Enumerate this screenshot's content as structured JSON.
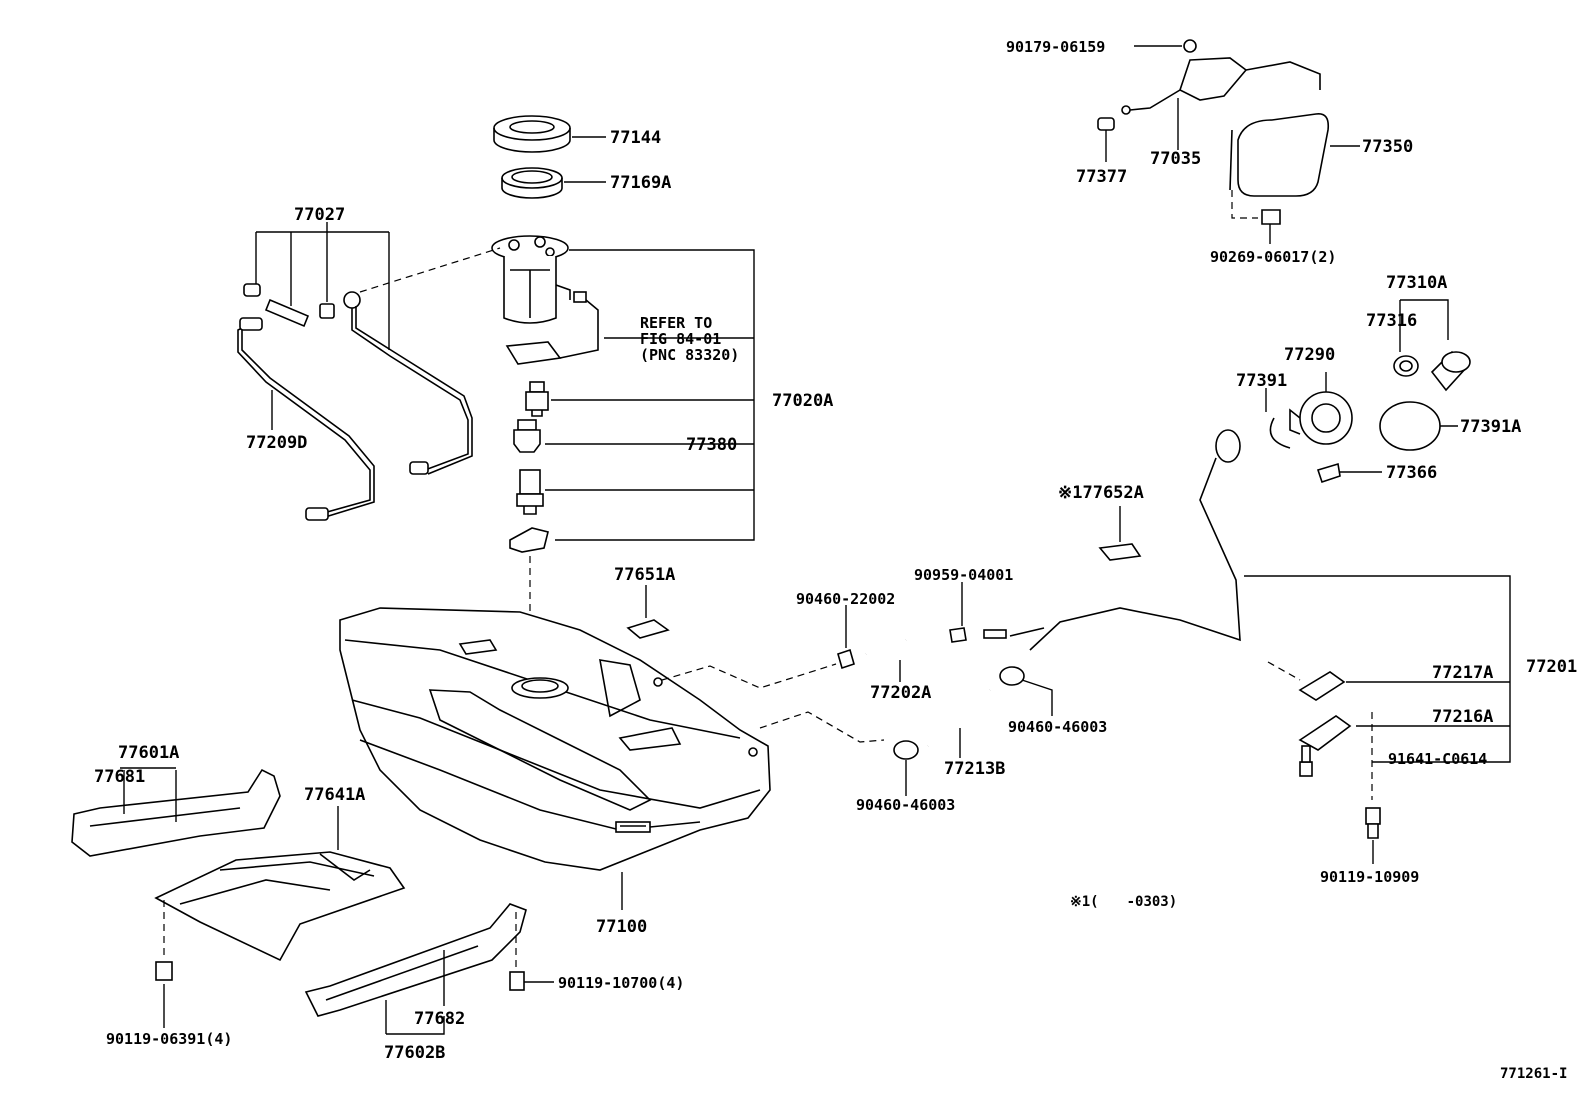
{
  "diagram": {
    "labels": {
      "p77144": "77144",
      "p77169A": "77169A",
      "p77027": "77027",
      "p77209D": "77209D",
      "refer1": "REFER TO",
      "refer2": "FIG 84-01",
      "refer3": "(PNC 83320)",
      "p77020A": "77020A",
      "p77380": "77380",
      "p77651A": "77651A",
      "p90460_22002": "90460-22002",
      "p90959_04001": "90959-04001",
      "p77202A": "77202A",
      "p90460_46003a": "90460-46003",
      "p77213B": "77213B",
      "p90460_46003b": "90460-46003",
      "p77100": "77100",
      "p77601A": "77601A",
      "p77681": "77681",
      "p77641A": "77641A",
      "p90119_06391": "90119-06391(4)",
      "p90119_10700": "90119-10700(4)",
      "p77682": "77682",
      "p77602B": "77602B",
      "p90179_06159": "90179-06159",
      "p77377": "77377",
      "p77035": "77035",
      "p77350": "77350",
      "p90269_06017": "90269-06017(2)",
      "p77310A": "77310A",
      "p77316": "77316",
      "p77290": "77290",
      "p77391": "77391",
      "p77391A": "77391A",
      "p77366": "77366",
      "p77652A": "※177652A",
      "p77217A": "77217A",
      "p77216A": "77216A",
      "p77201": "77201",
      "p91641": "91641-C0614",
      "p90119_10909": "90119-10909",
      "footnote": "※1(　　-0303)",
      "figure_id": "771261-I"
    }
  }
}
